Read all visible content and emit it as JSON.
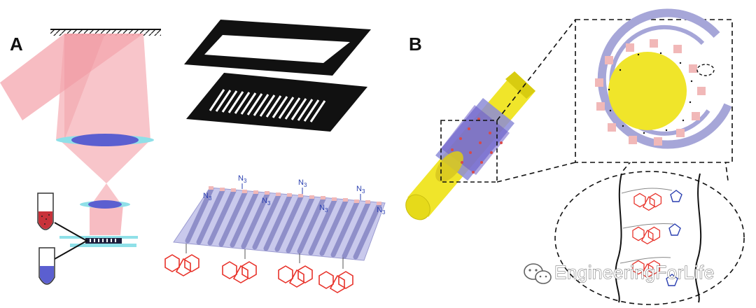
{
  "panels": {
    "a": {
      "letter": "A"
    },
    "b": {
      "letter": "B"
    }
  },
  "labels": {
    "azide": "N",
    "azide_sub": "3"
  },
  "watermark": {
    "text": "EngineeringForLife",
    "icon": "wechat-icon"
  },
  "colors": {
    "beam_pink": "#f4a6ad",
    "lens_blue": "#5b5fd0",
    "lens_cyan": "#8fe0e8",
    "mask_black": "#111111",
    "scaffold_purple": "#a6a6d8",
    "rod_yellow": "#f0e52a",
    "molecule_red": "#e8322a",
    "azide_blue": "#2a3fb0"
  }
}
